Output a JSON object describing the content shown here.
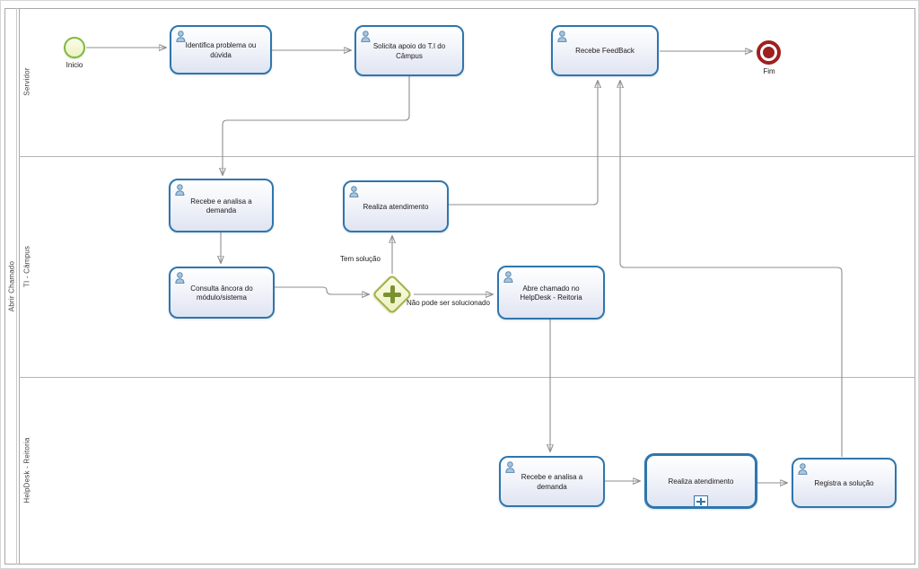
{
  "pool": {
    "label": "Abrir Chamado"
  },
  "lanes": [
    {
      "label": "Servidor"
    },
    {
      "label": "TI - Câmpus"
    },
    {
      "label": "HelpDesk - Reitoria"
    }
  ],
  "nodes": {
    "inicio": {
      "type": "start-event",
      "label": "Inicio"
    },
    "identifica": {
      "type": "user-task",
      "label": "Identifica problema ou dúvida"
    },
    "solicita": {
      "type": "user-task",
      "label": "Solicita apoio do T.I do Câmpus"
    },
    "recebe_feedback": {
      "type": "user-task",
      "label": "Recebe FeedBack"
    },
    "fim": {
      "type": "end-event",
      "label": "Fim"
    },
    "recebe_analisa_ti": {
      "type": "user-task",
      "label": "Recebe e analisa a demanda"
    },
    "realiza_atend_ti": {
      "type": "user-task",
      "label": "Realiza atendimento"
    },
    "consulta_ancora": {
      "type": "user-task",
      "label": "Consulta âncora do módulo/sistema"
    },
    "gateway": {
      "type": "inclusive-gateway",
      "label": ""
    },
    "abre_chamado": {
      "type": "user-task",
      "label": "Abre chamado no HelpDesk - Reitoria"
    },
    "recebe_analisa_hd": {
      "type": "user-task",
      "label": "Recebe e analisa a demanda"
    },
    "realiza_atend_hd": {
      "type": "collapsed-subprocess",
      "label": "Realiza atendimento"
    },
    "registra_solucao": {
      "type": "user-task",
      "label": "Registra a solução"
    }
  },
  "edge_labels": {
    "tem_solucao": "Tem solução",
    "nao_pode": "Não pode ser solucionado"
  },
  "icons": {
    "task_icon": "user-icon",
    "subprocess_marker": "plus-box-icon",
    "gateway_marker": "plus-icon"
  },
  "colors": {
    "task_border": "#2e76ad",
    "task_fill_bottom": "#dfe4f2",
    "start_border": "#7cb942",
    "start_fill": "#eef2c2",
    "end_event": "#9e1f1f",
    "gateway_border": "#a3b044",
    "gateway_plus": "#7d9030",
    "connector": "#8f8f8f",
    "lane_border": "#a8a8a8"
  }
}
